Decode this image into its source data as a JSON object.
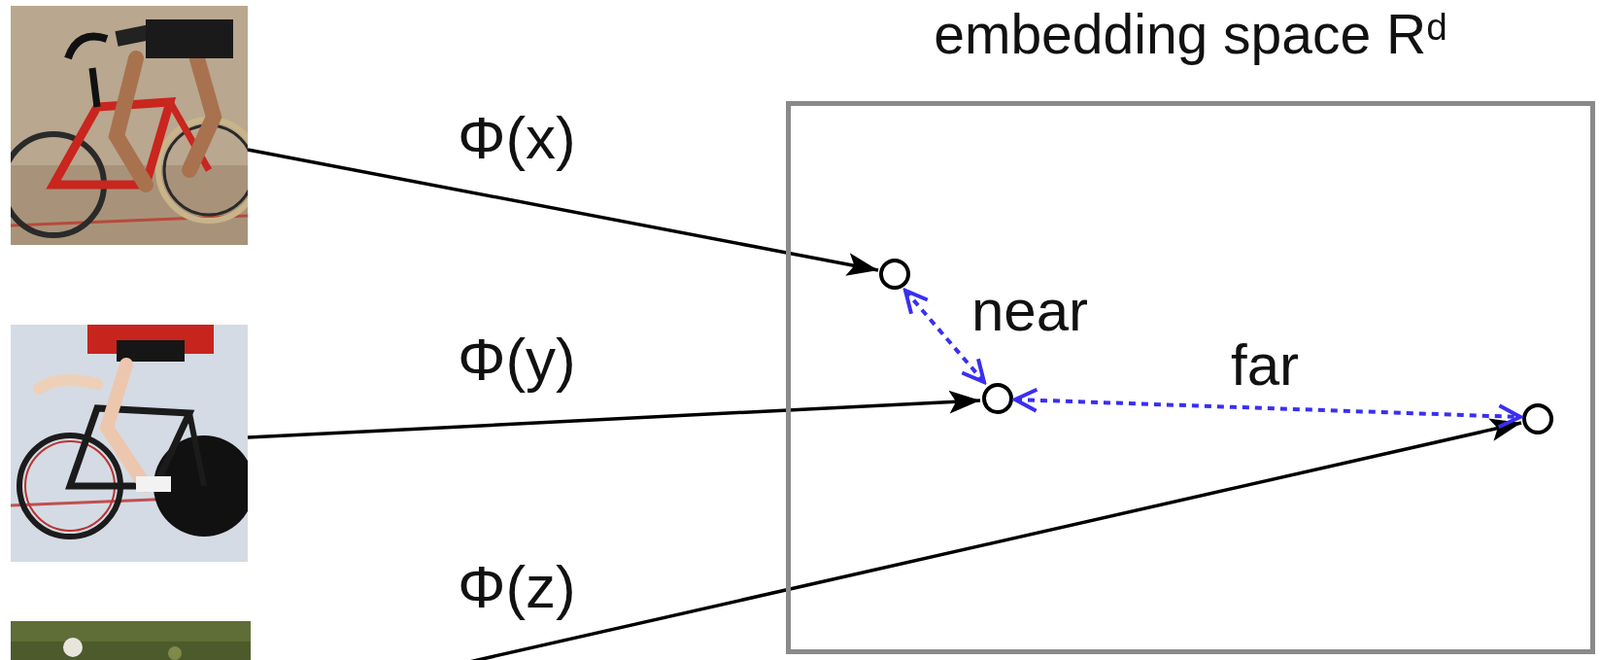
{
  "diagram": {
    "nodes": [
      {
        "text": [
          "embedding space Rᵈ"
        ]
      }
    ],
    "labels": [
      "Φ(x)",
      "Φ(y)",
      "Φ(z)",
      "near",
      "far"
    ]
  }
}
